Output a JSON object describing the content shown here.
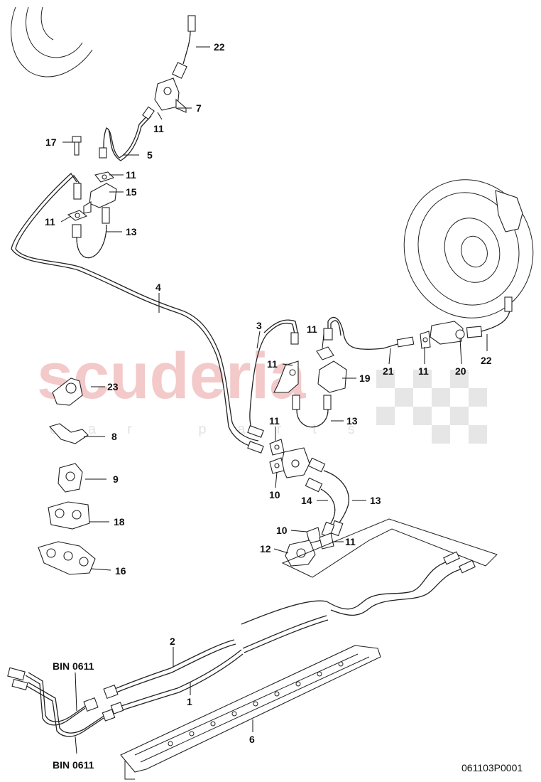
{
  "watermark": {
    "brand": "scuderia",
    "sub": "car parts"
  },
  "diagram_id": "061103P0001",
  "callouts": [
    {
      "id": "c22a",
      "text": "22"
    },
    {
      "id": "c7",
      "text": "7"
    },
    {
      "id": "c11a",
      "text": "11"
    },
    {
      "id": "c17",
      "text": "17"
    },
    {
      "id": "c5",
      "text": "5"
    },
    {
      "id": "c11b",
      "text": "11"
    },
    {
      "id": "c15",
      "text": "15"
    },
    {
      "id": "c11c",
      "text": "11"
    },
    {
      "id": "c13a",
      "text": "13"
    },
    {
      "id": "c4",
      "text": "4"
    },
    {
      "id": "c3",
      "text": "3"
    },
    {
      "id": "c11d",
      "text": "11"
    },
    {
      "id": "c11e",
      "text": "11"
    },
    {
      "id": "c21",
      "text": "21"
    },
    {
      "id": "c11f",
      "text": "11"
    },
    {
      "id": "c20",
      "text": "20"
    },
    {
      "id": "c22b",
      "text": "22"
    },
    {
      "id": "c19",
      "text": "19"
    },
    {
      "id": "c23",
      "text": "23"
    },
    {
      "id": "c13b",
      "text": "13"
    },
    {
      "id": "c11g",
      "text": "11"
    },
    {
      "id": "c8",
      "text": "8"
    },
    {
      "id": "c10a",
      "text": "10"
    },
    {
      "id": "c9",
      "text": "9"
    },
    {
      "id": "c14",
      "text": "14"
    },
    {
      "id": "c13c",
      "text": "13"
    },
    {
      "id": "c18",
      "text": "18"
    },
    {
      "id": "c10b",
      "text": "10"
    },
    {
      "id": "c11h",
      "text": "11"
    },
    {
      "id": "c12",
      "text": "12"
    },
    {
      "id": "c16",
      "text": "16"
    },
    {
      "id": "c2",
      "text": "2"
    },
    {
      "id": "cbin1",
      "text": "BIN 0611"
    },
    {
      "id": "c1",
      "text": "1"
    },
    {
      "id": "c6",
      "text": "6"
    },
    {
      "id": "cbin2",
      "text": "BIN 0611"
    }
  ]
}
